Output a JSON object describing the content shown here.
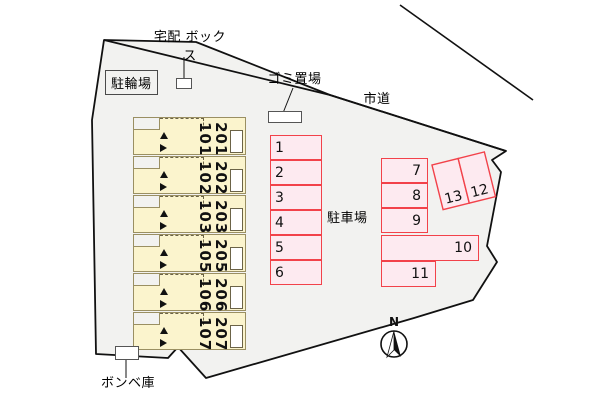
{
  "site": {
    "road_label": "市道",
    "parking_label": "駐車場",
    "bicycle_parking_label": "駐輪場",
    "delivery_box_label": "宅配\nボックス",
    "garbage_label": "ゴミ置場",
    "cylinder_storage_label": "ボンベ庫",
    "compass_label": "N"
  },
  "colors": {
    "site_fill": "#f2f2f0",
    "site_stroke": "#111111",
    "unit_fill": "#fbf4cd",
    "unit_stroke": "#9a8f62",
    "stall_fill": "#fdeaf0",
    "stall_stroke": "#f2424a",
    "text": "#000000"
  },
  "building": {
    "units": [
      {
        "upper": "201",
        "lower": "101"
      },
      {
        "upper": "202",
        "lower": "102"
      },
      {
        "upper": "203",
        "lower": "103"
      },
      {
        "upper": "205",
        "lower": "105"
      },
      {
        "upper": "206",
        "lower": "106"
      },
      {
        "upper": "207",
        "lower": "107"
      }
    ]
  },
  "parking": {
    "left_column": [
      "1",
      "2",
      "3",
      "4",
      "5",
      "6"
    ],
    "right_column": [
      "7",
      "8",
      "9"
    ],
    "wide_stall": "10",
    "lower_stall": "11",
    "angled_stalls": [
      "13",
      "12"
    ]
  }
}
